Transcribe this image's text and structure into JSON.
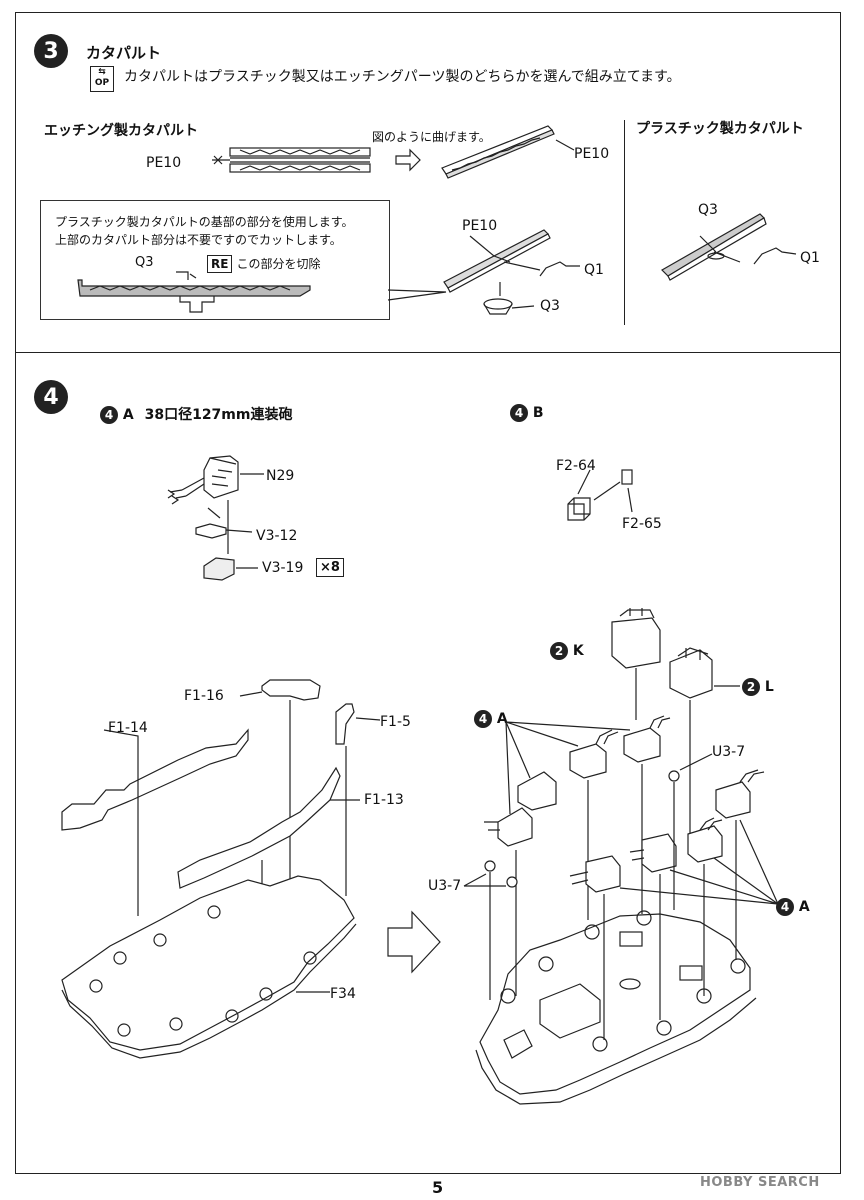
{
  "page_number": "5",
  "watermark": "HOBBY SEARCH",
  "step3": {
    "number": "3",
    "title": "カタパルト",
    "op_icon": "OP",
    "instruction": "カタパルトはプラスチック製又はエッチングパーツ製のどちらかを選んで組み立てます。",
    "etching_heading": "エッチング製カタパルト",
    "bend_note": "図のように曲げます。",
    "plastic_heading": "プラスチック製カタパルト",
    "note_line1": "プラスチック製カタパルトの基部の部分を使用します。",
    "note_line2": "上部のカタパルト部分は不要ですのでカットします。",
    "re_label": "RE",
    "cut_note": "この部分を切除",
    "labels": {
      "pe10_a": "PE10",
      "pe10_b": "PE10",
      "pe10_c": "PE10",
      "q3_a": "Q3",
      "q3_b": "Q3",
      "q3_c": "Q3",
      "q1_a": "Q1",
      "q1_b": "Q1"
    }
  },
  "step4": {
    "number": "4",
    "sub_a": {
      "circle": "4",
      "letter": "A",
      "title": "38口径127mm連装砲",
      "n29": "N29",
      "v3_12": "V3-12",
      "v3_19": "V3-19",
      "multiplier": "×8"
    },
    "sub_b": {
      "circle": "4",
      "letter": "B",
      "f2_64": "F2-64",
      "f2_65": "F2-65"
    },
    "parts": {
      "f1_16": "F1-16",
      "f1_14": "F1-14",
      "f1_5": "F1-5",
      "f1_13": "F1-13",
      "f34": "F34",
      "u3_7_a": "U3-7",
      "u3_7_b": "U3-7"
    },
    "callouts": {
      "k": {
        "circle": "2",
        "letter": "K"
      },
      "l": {
        "circle": "2",
        "letter": "L"
      },
      "a1": {
        "circle": "4",
        "letter": "A"
      },
      "a2": {
        "circle": "4",
        "letter": "A"
      }
    }
  }
}
